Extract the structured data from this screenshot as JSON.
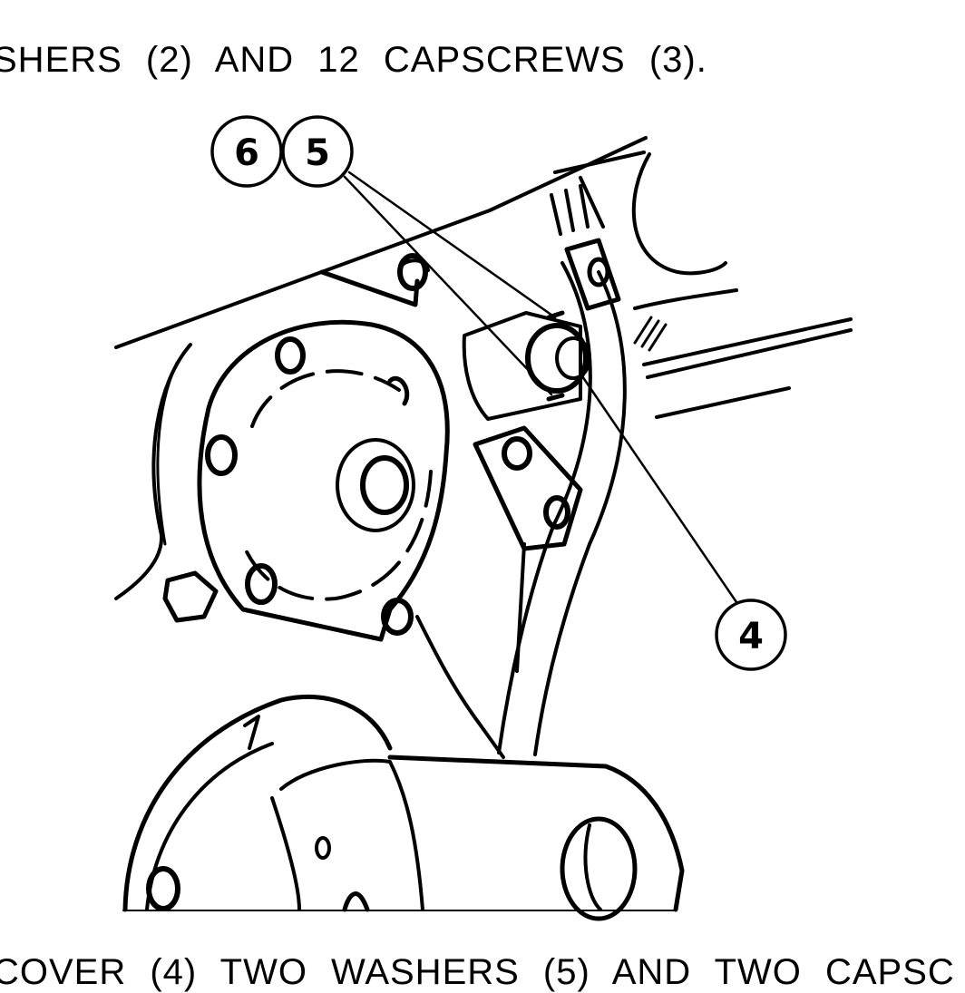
{
  "text": {
    "top_line": "SHERS (2) AND 12 CAPSCREWS (3).",
    "bottom_line": "COVER (4) TWO WASHERS (5) AND TWO CAPSC"
  },
  "callouts": {
    "c6": "6",
    "c5": "5",
    "c4": "4"
  }
}
